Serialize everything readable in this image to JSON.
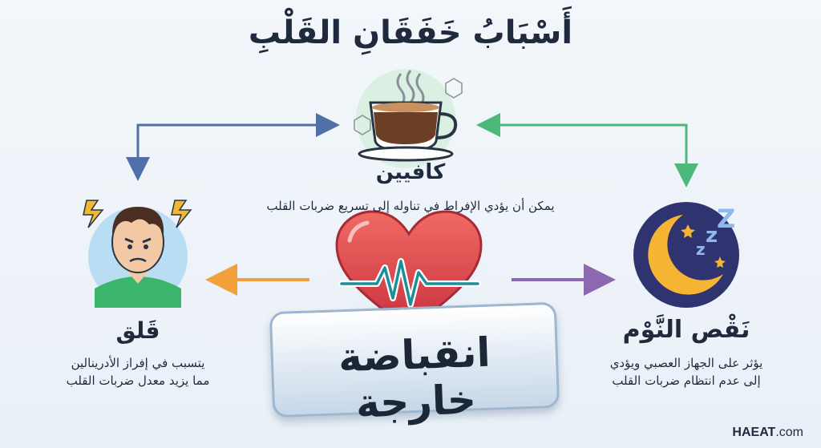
{
  "title": "أَسْبَابُ خَفَقَانِ القَلْبِ",
  "center": {
    "label": "انقباضة خارجة"
  },
  "nodes": {
    "caffeine": {
      "title": "كافيين",
      "desc": "يمكن أن يؤدي الإفراط في تناوله إلى تسريع ضربات القلب",
      "icon": "coffee-cup-icon"
    },
    "anxiety": {
      "title": "قَلق",
      "desc_line1": "يتسبب في إفراز الأدرينالين",
      "desc_line2": "مما يزيد معدل ضربات القلب",
      "icon": "stressed-person-icon"
    },
    "sleep": {
      "title": "نَقْص النَّوْم",
      "desc_line1": "يؤثر على الجهاز العصبي ويؤدي",
      "desc_line2": "إلى عدم انتظام ضربات القلب",
      "icon": "moon-sleep-icon"
    }
  },
  "brand": {
    "bold": "HAEAT",
    "rest": ".com"
  },
  "colors": {
    "arrow_blue": "#4f6fa8",
    "arrow_green": "#4cb87a",
    "arrow_orange": "#f2a13a",
    "arrow_purple": "#8b68b0",
    "heart": "#e2474b"
  }
}
